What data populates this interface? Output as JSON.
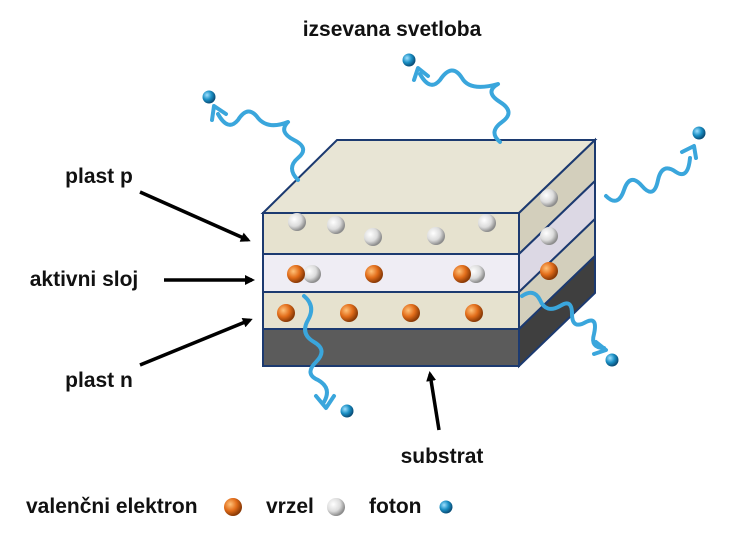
{
  "labels": {
    "emitted_light": "izsevana svetloba",
    "p_layer": "plast p",
    "active_layer": "aktivni sloj",
    "n_layer": "plast n",
    "substrate": "substrat"
  },
  "legend": {
    "electron": "valenčni elektron",
    "hole": "vrzel",
    "photon": "foton"
  },
  "colors": {
    "layer_fill": "#e6e2cf",
    "layer_side": "#d3cfbc",
    "layer_top": "#e8e5d5",
    "active_fill": "#efedf4",
    "active_side": "#dcd8e4",
    "substrate_front": "#5b5b5b",
    "substrate_side": "#3f3f3f",
    "outline": "#1c3a70",
    "photon_wave": "#3aa6dc",
    "photon_dot": "#1a8fc4",
    "electron": "#e0701e",
    "hole": "#e4e4e4",
    "arrow": "#000000"
  }
}
